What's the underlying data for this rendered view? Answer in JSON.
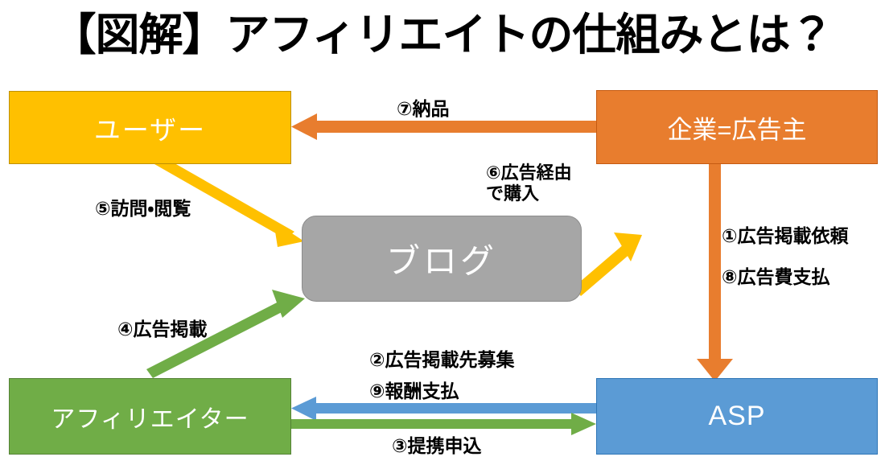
{
  "page": {
    "title": "【図解】アフィリエイトの仕組みとは？",
    "background": "#FFFFFF"
  },
  "colors": {
    "user_yellow": "#FFC000",
    "advertiser_orange": "#E87D2E",
    "blog_gray": "#A6A6A6",
    "affiliate_green": "#70AD47",
    "asp_blue": "#5B9BD5",
    "label_black": "#000000"
  },
  "nodes": {
    "user": {
      "label": "ユーザー",
      "color": "#FFC000"
    },
    "advertiser": {
      "label": "企業=広告主",
      "color": "#E87D2E"
    },
    "blog": {
      "label": "ブログ",
      "color": "#A6A6A6"
    },
    "affiliate": {
      "label": "アフィリエイター",
      "color": "#70AD47"
    },
    "asp": {
      "label": "ASP",
      "color": "#5B9BD5"
    }
  },
  "flows": {
    "step1": {
      "label": "①広告掲載依頼",
      "from": "advertiser",
      "to": "asp",
      "color": "#E87D2E"
    },
    "step2": {
      "label": "②広告掲載先募集",
      "from": "asp",
      "to": "affiliate",
      "color": "#5B9BD5"
    },
    "step3": {
      "label": "③提携申込",
      "from": "affiliate",
      "to": "asp",
      "color": "#70AD47"
    },
    "step4": {
      "label": "④広告掲載",
      "from": "affiliate",
      "to": "blog",
      "color": "#70AD47"
    },
    "step5": {
      "label": "⑤訪問・閲覧",
      "from": "user",
      "to": "blog",
      "color": "#FFC000"
    },
    "step6": {
      "label_line1": "⑥広告経由",
      "label_line2": "で購入",
      "from": "blog",
      "to": "advertiser",
      "color": "#FFC000"
    },
    "step7": {
      "label": "⑦納品",
      "from": "advertiser",
      "to": "user",
      "color": "#E87D2E"
    },
    "step8": {
      "label": "⑧広告費支払",
      "from": "advertiser",
      "to": "asp",
      "color": "#E87D2E"
    },
    "step9": {
      "label": "⑨報酬支払",
      "from": "asp",
      "to": "affiliate",
      "color": "#5B9BD5"
    }
  }
}
